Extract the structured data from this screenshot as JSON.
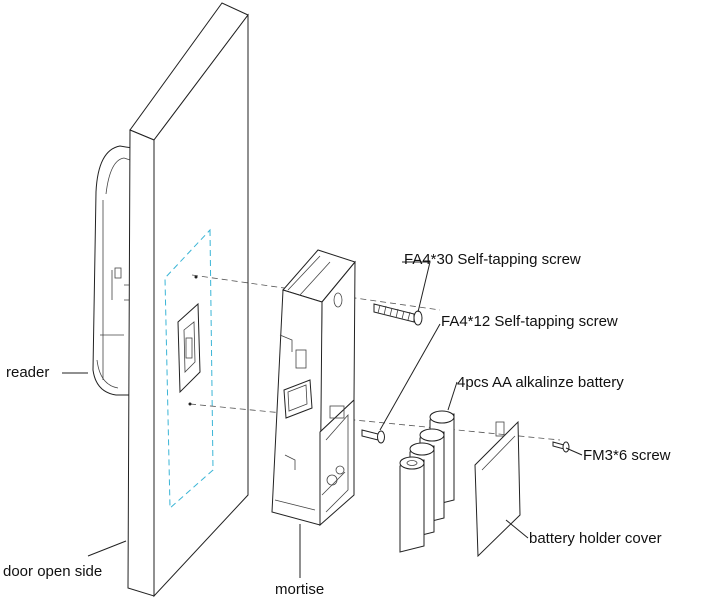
{
  "labels": {
    "fa430_screw": "FA4*30 Self-tapping screw",
    "fa412_screw": "FA4*12 Self-tapping screw",
    "battery": "4pcs AA alkalinze battery",
    "fm36_screw": "FM3*6 screw",
    "reader": "reader",
    "battery_cover": "battery holder cover",
    "door_side": "door open side",
    "mortise": "mortise"
  },
  "colors": {
    "line": "#222222",
    "cutout_outline": "#3bb5d6",
    "background": "#ffffff"
  }
}
